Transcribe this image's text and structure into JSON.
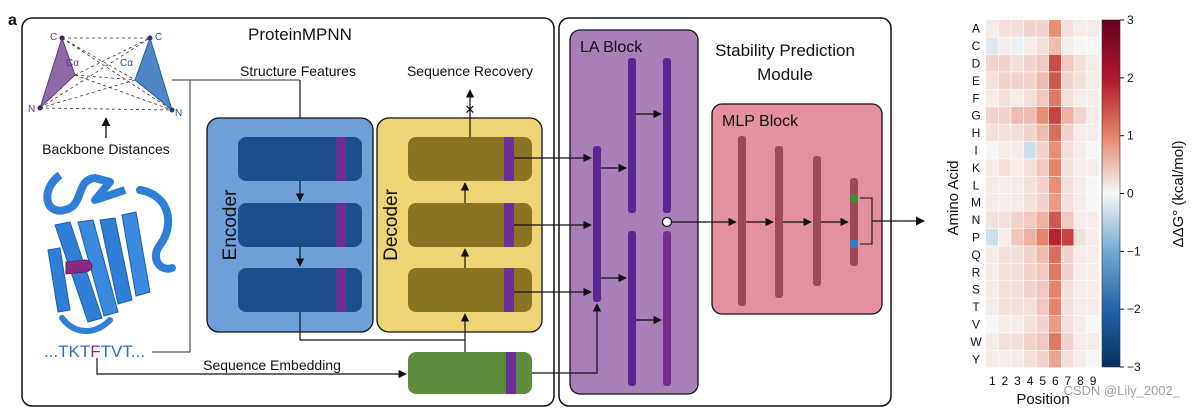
{
  "figure": {
    "panel_label": "a",
    "proteinmpnn_title": "ProteinMPNN",
    "stability_title_line1": "Stability Prediction",
    "stability_title_line2": "Module",
    "encoder_label": "Encoder",
    "decoder_label": "Decoder",
    "la_block_label": "LA Block",
    "mlp_block_label": "MLP Block",
    "structure_features": "Structure Features",
    "sequence_recovery": "Sequence Recovery",
    "backbone_distances": "Backbone Distances",
    "sequence_embedding": "Sequence Embedding",
    "seq_prefix": "...TKT",
    "seq_highlight": "F",
    "seq_suffix": "TVT...",
    "atom_c_left": "C",
    "atom_c_right": "C",
    "atom_ca_left": "Cα",
    "atom_ca_right": "Cα",
    "atom_n_left": "N",
    "atom_n_right": "N",
    "cross_mark": "✕",
    "watermark": "CSDN @Lily_2002_",
    "colors": {
      "encoder_panel": "#6f9fd8",
      "encoder_block": "#1d4f8f",
      "decoder_panel": "#efd475",
      "decoder_block": "#8a7424",
      "la_panel": "#a97fba",
      "mlp_panel": "#e5909e",
      "embedding": "#5e8c3c",
      "stripe": "#6d2e98"
    }
  },
  "chart_data": {
    "type": "heatmap",
    "xlabel": "Position",
    "ylabel": "Amino Acid",
    "colorbar_label": "ΔΔG° (kcal/mol)",
    "colorbar_range": [
      -3,
      3
    ],
    "colorbar_ticks": [
      "3",
      "2",
      "1",
      "0",
      "−1",
      "−2",
      "−3"
    ],
    "x_ticks": [
      "1",
      "2",
      "3",
      "4",
      "5",
      "6",
      "7",
      "8",
      "9"
    ],
    "y_ticks": [
      "A",
      "C",
      "D",
      "E",
      "F",
      "G",
      "H",
      "I",
      "K",
      "L",
      "M",
      "N",
      "P",
      "Q",
      "R",
      "S",
      "T",
      "V",
      "W",
      "Y"
    ],
    "values": [
      [
        0.1,
        0.2,
        0.2,
        0.3,
        0.3,
        0.9,
        0.2,
        0.1,
        0.1
      ],
      [
        -0.2,
        0.1,
        -0.1,
        0.1,
        0.2,
        0.5,
        0.1,
        0.0,
        0.0
      ],
      [
        0.3,
        0.3,
        0.2,
        0.3,
        0.4,
        1.5,
        0.4,
        0.2,
        0.1
      ],
      [
        0.2,
        0.3,
        0.3,
        0.3,
        0.5,
        1.4,
        0.3,
        0.2,
        0.1
      ],
      [
        0.1,
        0.2,
        0.1,
        0.2,
        0.4,
        1.1,
        0.2,
        0.1,
        0.1
      ],
      [
        0.3,
        0.3,
        0.5,
        0.5,
        0.9,
        1.6,
        0.6,
        0.3,
        0.1
      ],
      [
        0.2,
        0.2,
        0.2,
        0.3,
        0.5,
        1.2,
        0.3,
        0.1,
        0.1
      ],
      [
        0.0,
        0.1,
        0.1,
        -0.3,
        0.3,
        0.9,
        0.2,
        0.1,
        0.0
      ],
      [
        0.1,
        0.2,
        0.1,
        0.2,
        0.4,
        1.0,
        0.2,
        0.1,
        0.1
      ],
      [
        0.1,
        0.1,
        0.1,
        0.2,
        0.3,
        0.9,
        0.2,
        0.1,
        0.0
      ],
      [
        0.1,
        0.1,
        0.1,
        0.2,
        0.3,
        0.8,
        0.2,
        0.1,
        0.0
      ],
      [
        0.2,
        0.2,
        0.3,
        0.4,
        0.6,
        1.4,
        0.4,
        0.1,
        0.1
      ],
      [
        -0.3,
        0.1,
        0.4,
        0.6,
        1.0,
        1.9,
        1.6,
        0.2,
        0.1
      ],
      [
        0.1,
        0.2,
        0.2,
        0.3,
        0.5,
        1.2,
        0.3,
        0.1,
        0.1
      ],
      [
        0.1,
        0.2,
        0.2,
        0.3,
        0.4,
        1.1,
        0.3,
        0.1,
        0.1
      ],
      [
        0.1,
        0.2,
        0.2,
        0.3,
        0.4,
        1.0,
        0.2,
        0.1,
        0.1
      ],
      [
        0.1,
        0.2,
        0.2,
        0.2,
        0.4,
        1.0,
        0.2,
        0.1,
        0.1
      ],
      [
        0.0,
        0.1,
        0.1,
        0.2,
        0.3,
        0.8,
        0.2,
        0.1,
        0.0
      ],
      [
        0.1,
        0.2,
        0.2,
        0.3,
        0.4,
        1.1,
        0.3,
        0.1,
        0.1
      ],
      [
        0.1,
        0.1,
        0.1,
        0.2,
        0.3,
        0.7,
        0.2,
        0.1,
        0.0
      ]
    ]
  }
}
